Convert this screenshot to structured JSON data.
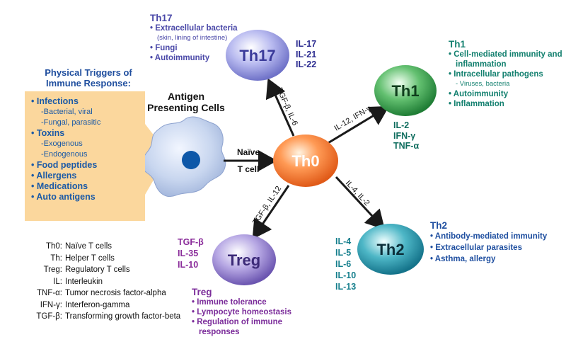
{
  "triggers": {
    "title_line1": "Physical Triggers of",
    "title_line2": "Immune Response:",
    "items": [
      {
        "label": "Infections",
        "subs": [
          "-Bacterial, viral",
          "-Fungal, parasitic"
        ]
      },
      {
        "label": "Toxins",
        "subs": [
          "-Exogenous",
          "-Endogenous"
        ]
      },
      {
        "label": "Food peptides",
        "subs": []
      },
      {
        "label": "Allergens",
        "subs": []
      },
      {
        "label": "Medications",
        "subs": []
      },
      {
        "label": "Auto antigens",
        "subs": []
      }
    ]
  },
  "apc": {
    "title_line1": "Antigen",
    "title_line2": "Presenting Cells"
  },
  "naive_label": {
    "line1": "Naïve",
    "line2": "T cell"
  },
  "nodes": {
    "th0": "Th0",
    "th17": "Th17",
    "th1": "Th1",
    "th2": "Th2",
    "treg": "Treg"
  },
  "arrows": {
    "th17": "TGF-β, IL-6",
    "th1": "IL-12, IFN-γ",
    "th2": "IL-4, IL-2",
    "treg": "TGF-β, IL-12"
  },
  "th17_info": {
    "heading": "Th17",
    "items": [
      {
        "label": "Extracellular bacteria",
        "sub": "(skin, lining of intestine)"
      },
      {
        "label": "Fungi",
        "sub": ""
      },
      {
        "label": "Autoimmunity",
        "sub": ""
      }
    ],
    "cytokines": [
      "IL-17",
      "IL-21",
      "IL-22"
    ]
  },
  "th1_info": {
    "heading": "Th1",
    "items": [
      {
        "label": "Cell-mediated immunity and",
        "cont": "inflammation",
        "sub": ""
      },
      {
        "label": "Intracellular pathogens",
        "cont": "",
        "sub": "- Viruses, bacteria"
      },
      {
        "label": "Autoimmunity",
        "cont": "",
        "sub": ""
      },
      {
        "label": "Inflammation",
        "cont": "",
        "sub": ""
      }
    ],
    "cytokines": [
      "IL-2",
      "IFN-γ",
      "TNF-α"
    ]
  },
  "th2_info": {
    "heading": "Th2",
    "items": [
      "Antibody-mediated immunity",
      "Extracellular parasites",
      "Asthma, allergy"
    ],
    "cytokines": [
      "IL-4",
      "IL-5",
      "IL-6",
      "IL-10",
      "IL-13"
    ]
  },
  "treg_info": {
    "heading": "Treg",
    "items": [
      {
        "label": "Immune tolerance",
        "cont": ""
      },
      {
        "label": "Lympocyte homeostasis",
        "cont": ""
      },
      {
        "label": "Regulation of immune",
        "cont": "responses"
      }
    ],
    "cytokines": [
      "TGF-β",
      "IL-35",
      "IL-10"
    ]
  },
  "legend": [
    {
      "abbr": "Th0:",
      "desc": "Naïve T cells"
    },
    {
      "abbr": "Th:",
      "desc": "Helper T cells"
    },
    {
      "abbr": "Treg:",
      "desc": "Regulatory T cells"
    },
    {
      "abbr": "IL:",
      "desc": "Interleukin"
    },
    {
      "abbr": "TNF-α:",
      "desc": "Tumor necrosis factor-alpha"
    },
    {
      "abbr": "IFN-γ:",
      "desc": "Interferon-gamma"
    },
    {
      "abbr": "TGF-β:",
      "desc": "Transforming growth factor-beta"
    }
  ],
  "colors": {
    "th17": "#8c8ed8",
    "th1": "#2f9a4a",
    "th2": "#1d8ba0",
    "treg": "#8a74c6",
    "th0": "#f06a28",
    "apc": "#b8c8e8",
    "nucleus": "#0d57a8"
  }
}
